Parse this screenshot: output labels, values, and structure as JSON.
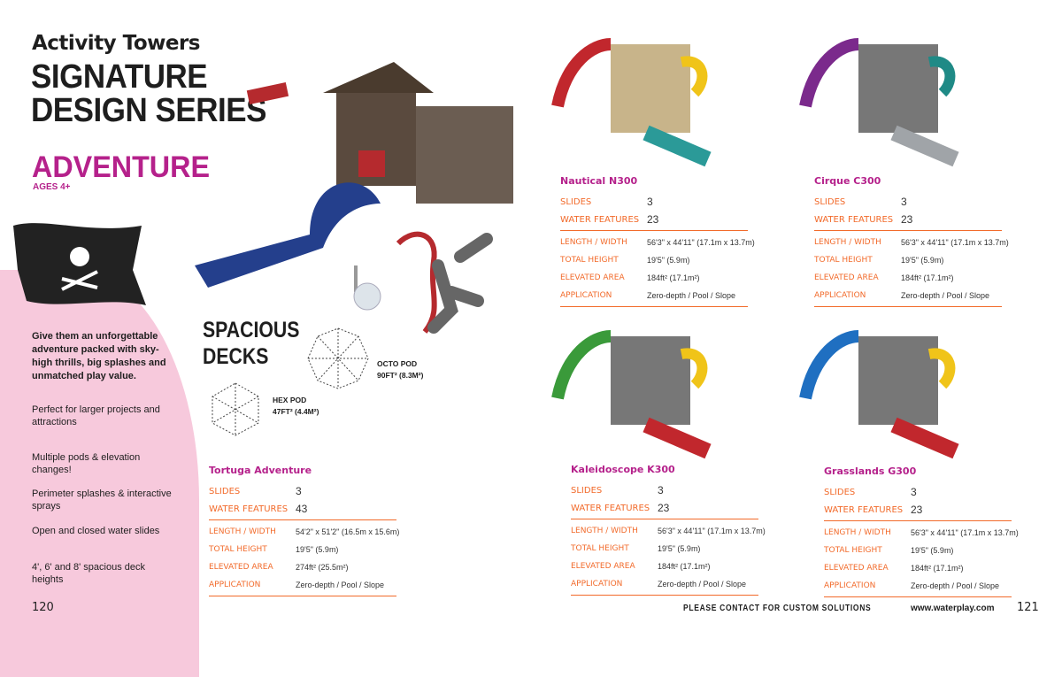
{
  "header": {
    "subtitle": "Activity Towers",
    "title_line1": "SIGNATURE",
    "title_line2": "DESIGN SERIES"
  },
  "category": {
    "name": "ADVENTURE",
    "ages": "AGES 4+"
  },
  "intro": "Give them an unforgettable adventure packed with sky-high thrills, big splashes and unmatched play value.",
  "features": [
    "Perfect for larger projects and attractions",
    "Multiple pods & elevation changes!",
    "Perimeter splashes & interactive sprays",
    "Open and closed water slides",
    "4', 6' and 8' spacious deck heights"
  ],
  "decks": {
    "title_line1": "SPACIOUS",
    "title_line2": "DECKS",
    "octo_name": "OCTO POD",
    "octo_area": "90FT² (8.3M²)",
    "hex_name": "HEX POD",
    "hex_area": "47FT² (4.4M²)"
  },
  "labels": {
    "slides": "SLIDES",
    "water": "WATER FEATURES",
    "length": "LENGTH / WIDTH",
    "height": "TOTAL HEIGHT",
    "area": "ELEVATED AREA",
    "app": "APPLICATION"
  },
  "products": [
    {
      "name": "Tortuga Adventure",
      "slides": "3",
      "water": "43",
      "length": "54'2\" x 51'2\" (16.5m x 15.6m)",
      "height": "19'5\" (5.9m)",
      "area": "274ft² (25.5m²)",
      "app": "Zero-depth / Pool / Slope"
    },
    {
      "name": "Nautical N300",
      "slides": "3",
      "water": "23",
      "length": "56'3\" x 44'11\" (17.1m x 13.7m)",
      "height": "19'5\" (5.9m)",
      "area": "184ft² (17.1m²)",
      "app": "Zero-depth / Pool / Slope"
    },
    {
      "name": "Cirque C300",
      "slides": "3",
      "water": "23",
      "length": "56'3\" x 44'11\" (17.1m x 13.7m)",
      "height": "19'5\" (5.9m)",
      "area": "184ft² (17.1m²)",
      "app": "Zero-depth / Pool / Slope"
    },
    {
      "name": "Kaleidoscope K300",
      "slides": "3",
      "water": "23",
      "length": "56'3\" x 44'11\" (17.1m x 13.7m)",
      "height": "19'5\" (5.9m)",
      "area": "184ft² (17.1m²)",
      "app": "Zero-depth / Pool / Slope"
    },
    {
      "name": "Grasslands G300",
      "slides": "3",
      "water": "23",
      "length": "56'3\" x 44'11\" (17.1m x 13.7m)",
      "height": "19'5\" (5.9m)",
      "area": "184ft² (17.1m²)",
      "app": "Zero-depth / Pool / Slope"
    }
  ],
  "footer": {
    "left_page": "120",
    "contact": "PLEASE CONTACT FOR CUSTOM SOLUTIONS",
    "url": "www.waterplay.com",
    "right_page": "121"
  },
  "colors": {
    "accent": "#b5218b",
    "label": "#f26a2a",
    "pink": "#f7c9dc"
  }
}
